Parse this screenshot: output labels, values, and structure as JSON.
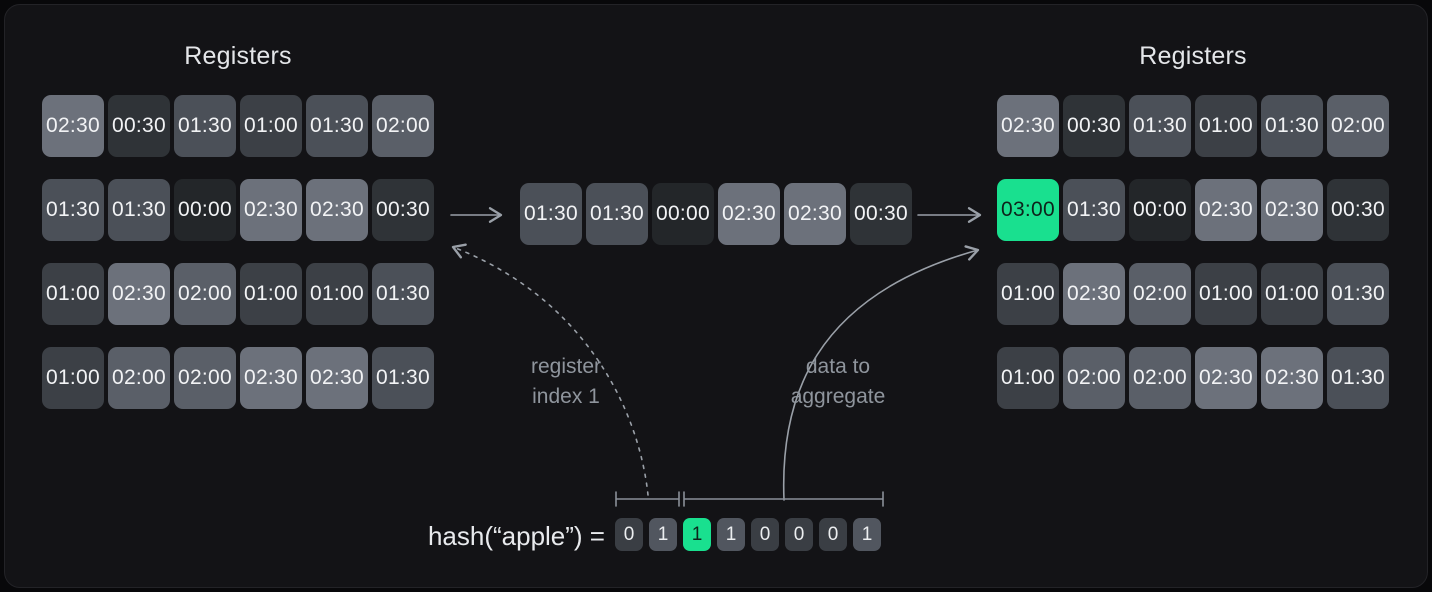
{
  "titles": {
    "left": "Registers",
    "right": "Registers"
  },
  "left_grid": {
    "rows": [
      [
        "02:30",
        "00:30",
        "01:30",
        "01:00",
        "01:30",
        "02:00"
      ],
      [
        "01:30",
        "01:30",
        "00:00",
        "02:30",
        "02:30",
        "00:30"
      ],
      [
        "01:00",
        "02:30",
        "02:00",
        "01:00",
        "01:00",
        "01:30"
      ],
      [
        "01:00",
        "02:00",
        "02:00",
        "02:30",
        "02:30",
        "01:30"
      ]
    ]
  },
  "middle_row": [
    "01:30",
    "01:30",
    "00:00",
    "02:30",
    "02:30",
    "00:30"
  ],
  "right_grid": {
    "rows": [
      [
        "02:30",
        "00:30",
        "01:30",
        "01:00",
        "01:30",
        "02:00"
      ],
      [
        "03:00",
        "01:30",
        "00:00",
        "02:30",
        "02:30",
        "00:30"
      ],
      [
        "01:00",
        "02:30",
        "02:00",
        "01:00",
        "01:00",
        "01:30"
      ],
      [
        "01:00",
        "02:00",
        "02:00",
        "02:30",
        "02:30",
        "01:30"
      ]
    ],
    "highlight": {
      "row": 1,
      "col": 0
    }
  },
  "annotations": {
    "register_index": [
      "register",
      "index 1"
    ],
    "data_aggregate": [
      "data to",
      "aggregate"
    ]
  },
  "hash": {
    "prefix": "hash(“apple”) =",
    "bits": [
      "0",
      "1",
      "1",
      "1",
      "0",
      "0",
      "0",
      "1"
    ],
    "highlight_index": 2
  },
  "colors": {
    "highlight_green": "#19e08f",
    "highlight_text": "#0d241b",
    "cell_values": {
      "00:00": "#232629",
      "00:30": "#2f3337",
      "01:00": "#3c4046",
      "01:30": "#4b5058",
      "02:00": "#5a5f68",
      "02:30": "#6c717b",
      "03:00": "#19e08f"
    },
    "bit_zero": "#3a3e44",
    "bit_one": "#51565f",
    "arrow": "#9aa0a8",
    "bracket": "#8a9098",
    "label_text": "#8f959d"
  }
}
